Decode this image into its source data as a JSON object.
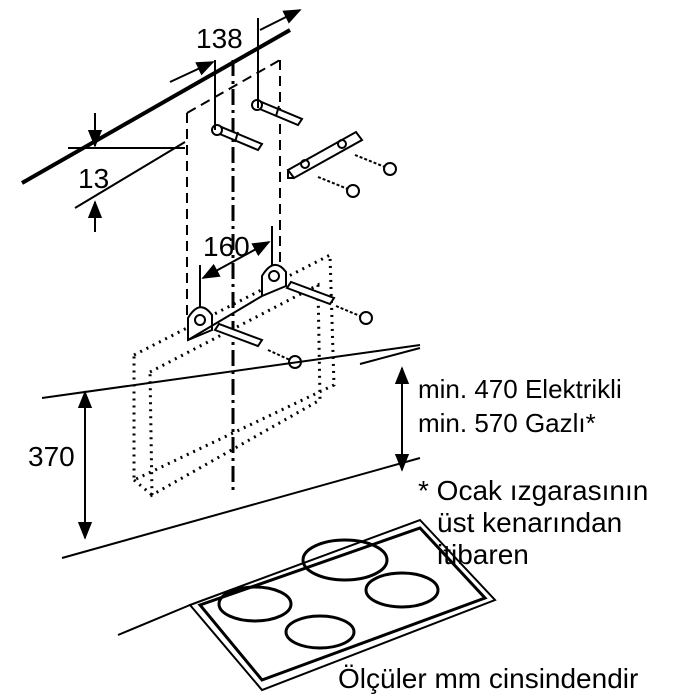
{
  "dimensions": {
    "top_width": "138",
    "wall_gap": "13",
    "bracket_spacing": "160",
    "hood_height": "370"
  },
  "clearance": {
    "electric": "min. 470 Elektrikli",
    "gas": "min. 570 Gazlı*"
  },
  "footnote": {
    "line1": "* Ocak ızgarasının",
    "line2": "üst kenarından",
    "line3": "itibaren"
  },
  "units_note": "Ölçüler mm cinsindendir"
}
